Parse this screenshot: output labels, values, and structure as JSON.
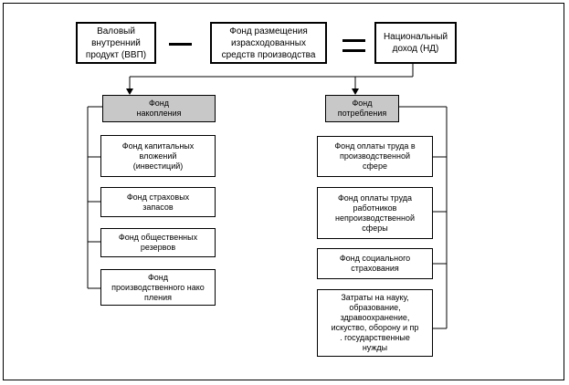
{
  "top": {
    "gdp": "Валовый\nвнутренний\nпродукт (ВВП)",
    "fund_placement": "Фонд размещения\nизрасходованных\nсредств производства",
    "national_income": "Национальный\nдоход (НД)"
  },
  "accumulation": {
    "title": "Фонд\nнакопления",
    "items": [
      "Фонд капитальных\nвложений\n(инвестиций)",
      "Фонд страховых\nзапасов",
      "Фонд общественных\nрезервов",
      "Фонд\nпроизводственного нако\nпления"
    ]
  },
  "consumption": {
    "title": "Фонд\nпотребления",
    "items": [
      "Фонд оплаты труда в\nпроизводственной\nсфере",
      "Фонд оплаты труда\nработников\nнепроизводственной\nсферы",
      "Фонд социального\nстрахования",
      "Затраты на науку,\nобразование,\nздравоохранение,\nискуство, оборону и пр\n. государственные\nнужды"
    ]
  }
}
